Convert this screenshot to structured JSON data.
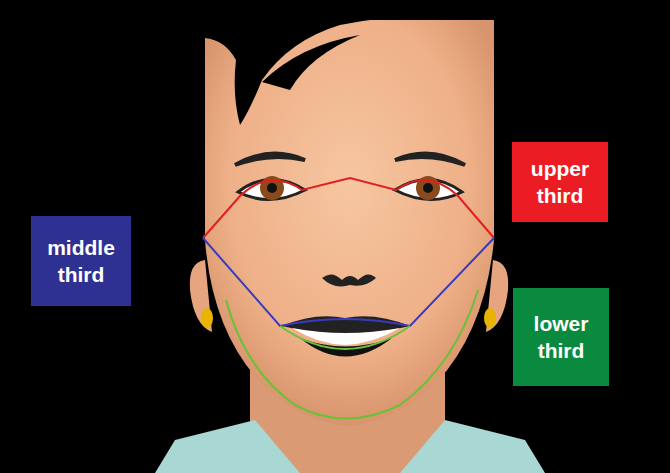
{
  "diagram": {
    "nodes": [
      {
        "text": [
          "upper third"
        ]
      },
      {
        "text": [
          "middle third"
        ]
      },
      {
        "text": [
          "lower third"
        ]
      }
    ]
  }
}
